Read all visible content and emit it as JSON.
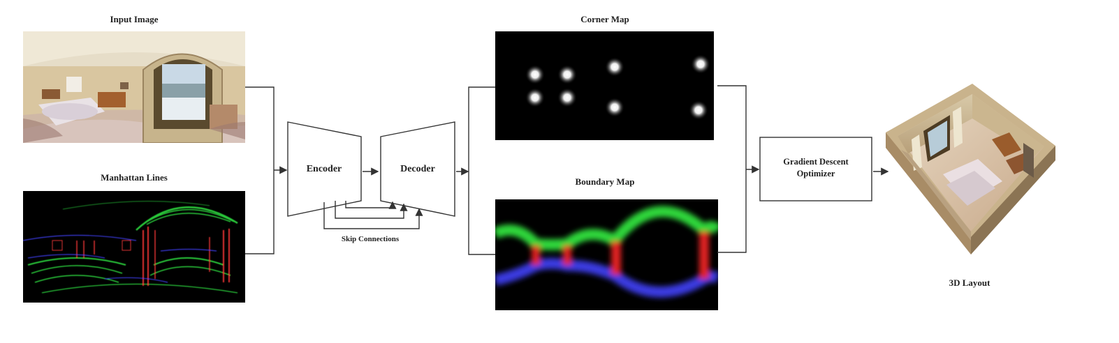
{
  "labels": {
    "input_image": "Input Image",
    "manhattan_lines": "Manhattan Lines",
    "encoder": "Encoder",
    "decoder": "Decoder",
    "skip_connections": "Skip Connections",
    "corner_map": "Corner Map",
    "boundary_map": "Boundary Map",
    "optimizer_line1": "Gradient Descent",
    "optimizer_line2": "Optimizer",
    "layout_3d": "3D Layout"
  },
  "colors": {
    "boundary_green": "#2fd63a",
    "boundary_blue": "#3a3ae0",
    "boundary_red": "#e02020",
    "map_background": "#000000",
    "arrow": "#333333"
  }
}
